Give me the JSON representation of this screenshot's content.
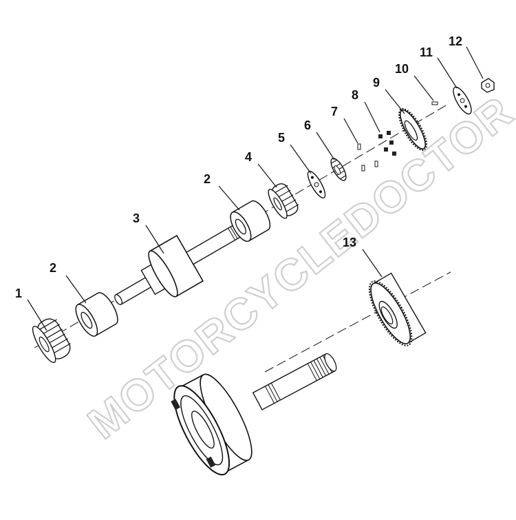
{
  "diagram": {
    "callouts": [
      {
        "id": "c1",
        "label": "1"
      },
      {
        "id": "c2a",
        "label": "2"
      },
      {
        "id": "c3",
        "label": "3"
      },
      {
        "id": "c2b",
        "label": "2"
      },
      {
        "id": "c4",
        "label": "4"
      },
      {
        "id": "c5",
        "label": "5"
      },
      {
        "id": "c6",
        "label": "6"
      },
      {
        "id": "c7",
        "label": "7"
      },
      {
        "id": "c8",
        "label": "8"
      },
      {
        "id": "c9",
        "label": "9"
      },
      {
        "id": "c10",
        "label": "10"
      },
      {
        "id": "c11",
        "label": "11"
      },
      {
        "id": "c12",
        "label": "12"
      },
      {
        "id": "c13",
        "label": "13"
      }
    ]
  },
  "watermark": {
    "text": "MOTORCYCLEDOCTOR"
  },
  "colors": {
    "line": "#111111",
    "part_fill": "#ffffff",
    "dark_fill": "#222222",
    "watermark": "#cfcfcf"
  }
}
